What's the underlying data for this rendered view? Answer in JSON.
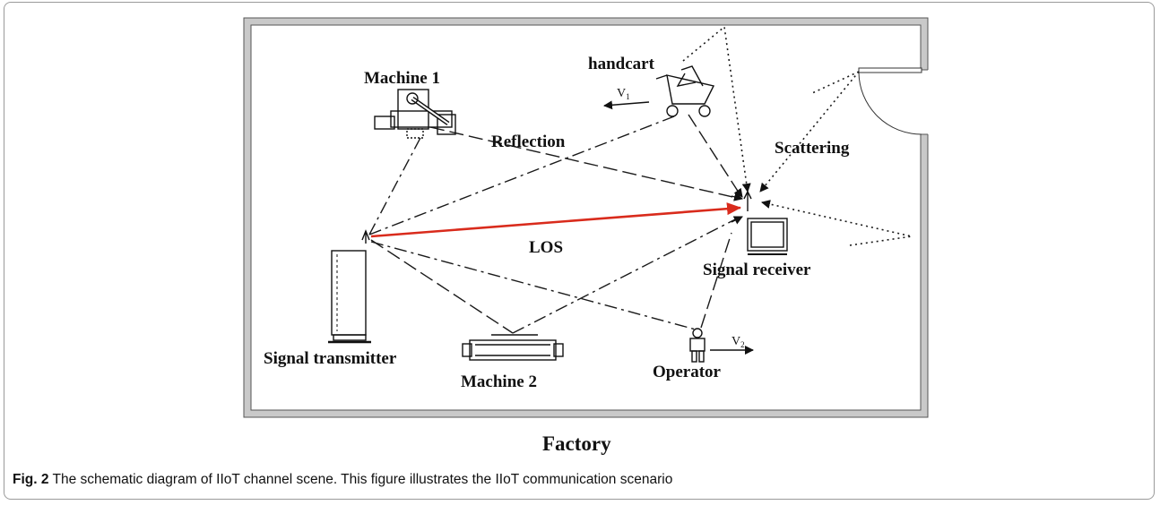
{
  "labels": {
    "machine1": "Machine 1",
    "handcart": "handcart",
    "v1_base": "V",
    "v1_sub": "1",
    "reflection": "Reflection",
    "scattering": "Scattering",
    "los": "LOS",
    "signal_receiver": "Signal receiver",
    "signal_transmitter": "Signal transmitter",
    "machine2": "Machine  2",
    "operator": "Operator",
    "v2_base": "V",
    "v2_sub": "2",
    "factory": "Factory"
  },
  "caption": {
    "prefix": "Fig. 2",
    "text": " The schematic diagram of IIoT channel scene. This figure illustrates the IIoT communication scenario"
  },
  "colors": {
    "los_line": "#d92b1c",
    "wall_fill": "#c9c9c9",
    "wall_stroke": "#555555"
  }
}
